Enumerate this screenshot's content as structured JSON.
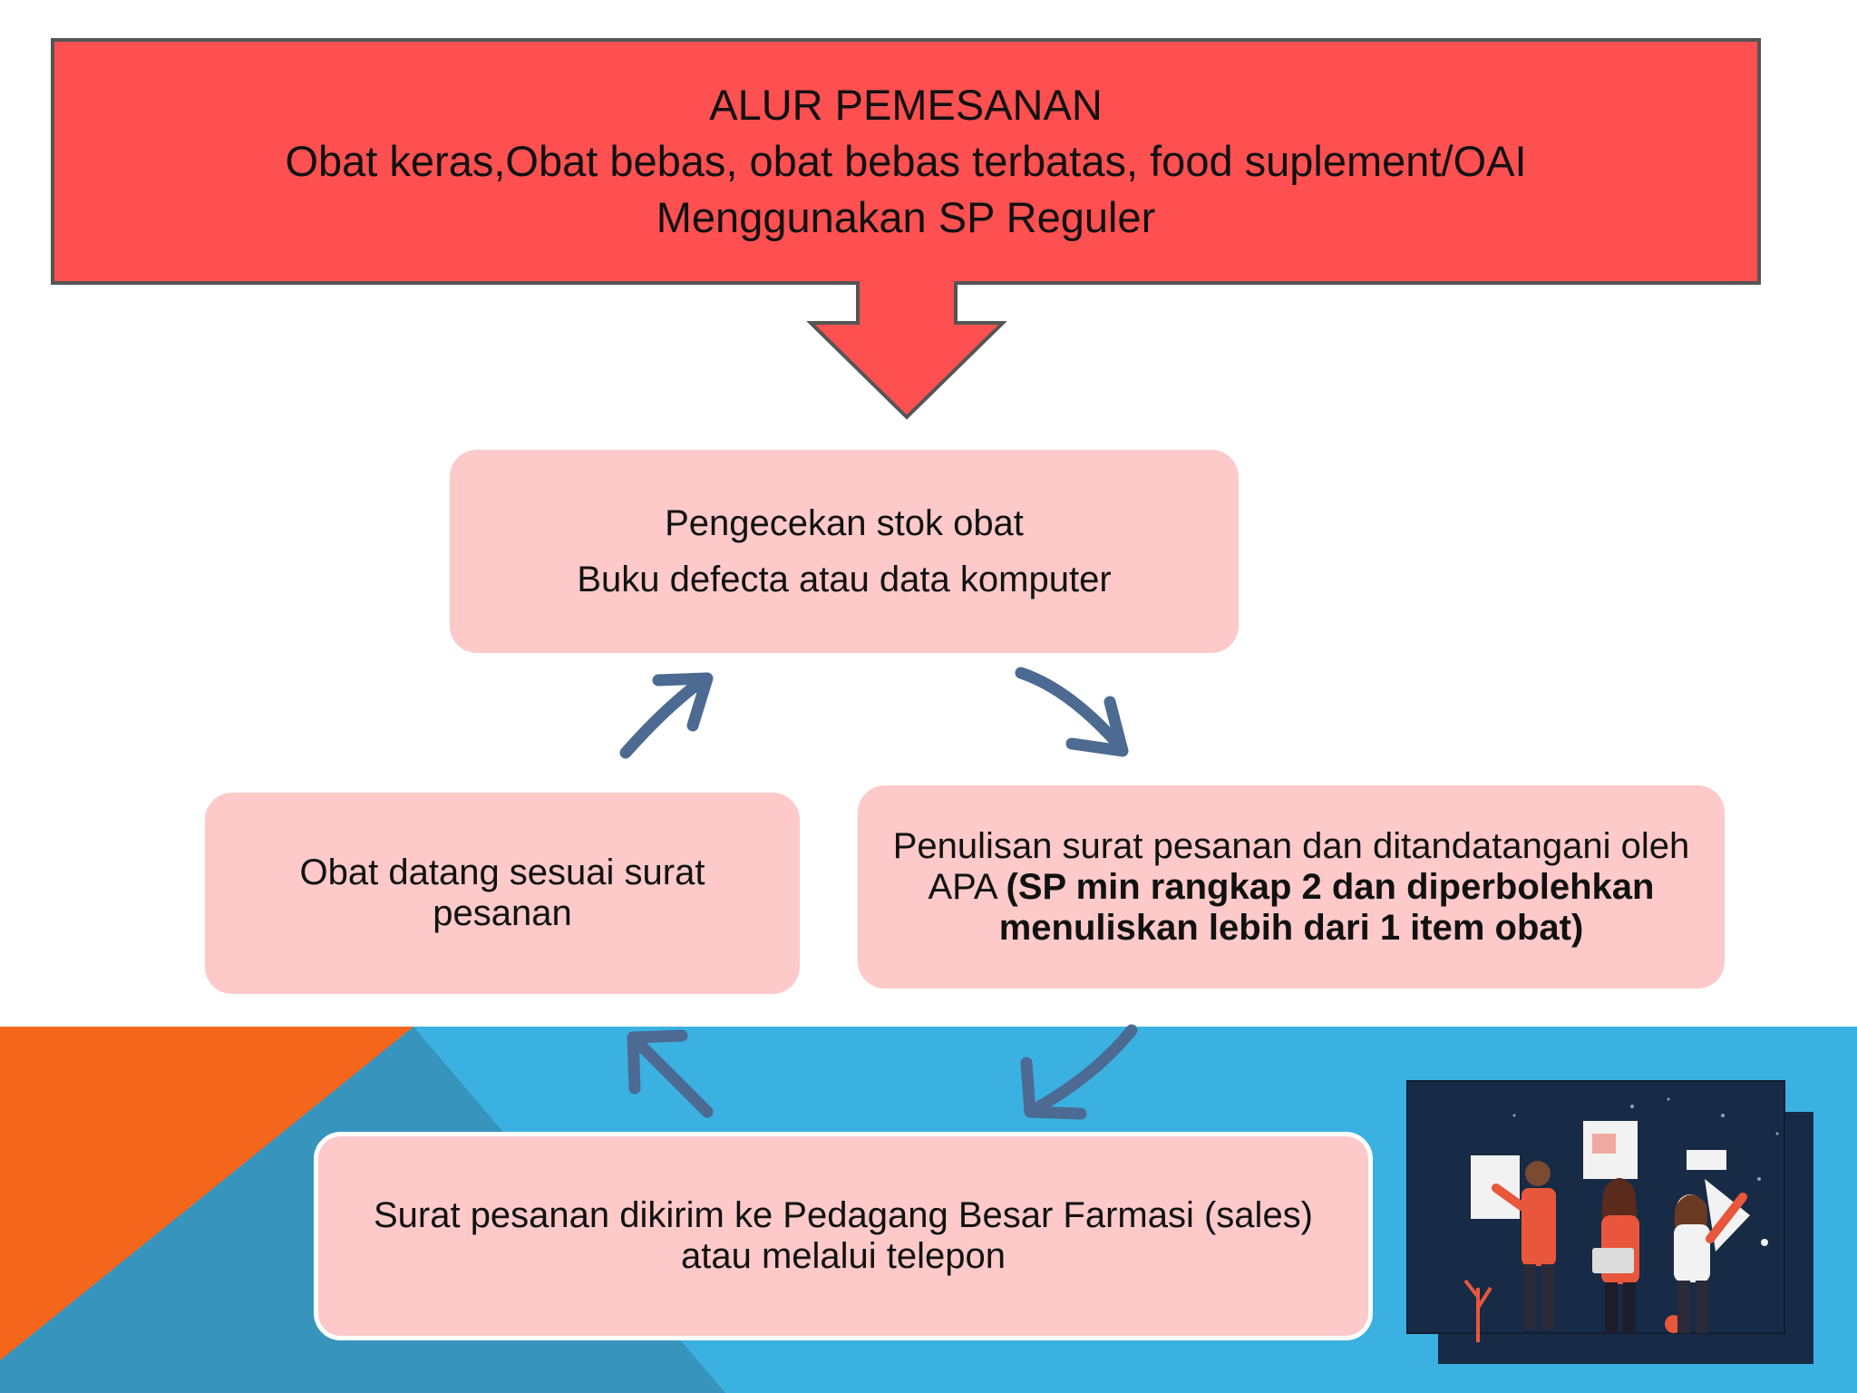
{
  "colors": {
    "title_fill": "#fe5050",
    "title_border": "#555555",
    "step_fill": "#fdc9c9",
    "arrow_color": "#4c6a92",
    "footer_blue": "#3ab1e1",
    "footer_teal": "#3795bd",
    "footer_orange": "#f5661d",
    "illustration_bg": "#172a46"
  },
  "header": {
    "title": "ALUR PEMESANAN",
    "subtitle": "Obat keras,Obat bebas, obat bebas terbatas, food suplement/OAI",
    "method": "Menggunakan SP Reguler"
  },
  "steps": {
    "check_stock": {
      "line1": "Pengecekan stok obat",
      "line2": "Buku defecta atau data komputer"
    },
    "write_order": {
      "text": "Penulisan surat pesanan dan ditandatangani oleh APA",
      "note": "(SP min rangkap 2 dan diperbolehkan menuliskan lebih dari 1 item obat)"
    },
    "send_order": {
      "text": "Surat pesanan dikirim ke Pedagang Besar Farmasi  (sales) atau melalui telepon"
    },
    "receive_goods": {
      "text": "Obat datang sesuai  surat pesanan"
    }
  },
  "icons": {
    "header_arrow": "down-arrow-icon",
    "cycle_arrow": "curved-arrow-icon",
    "illustration": "team-illustration"
  }
}
